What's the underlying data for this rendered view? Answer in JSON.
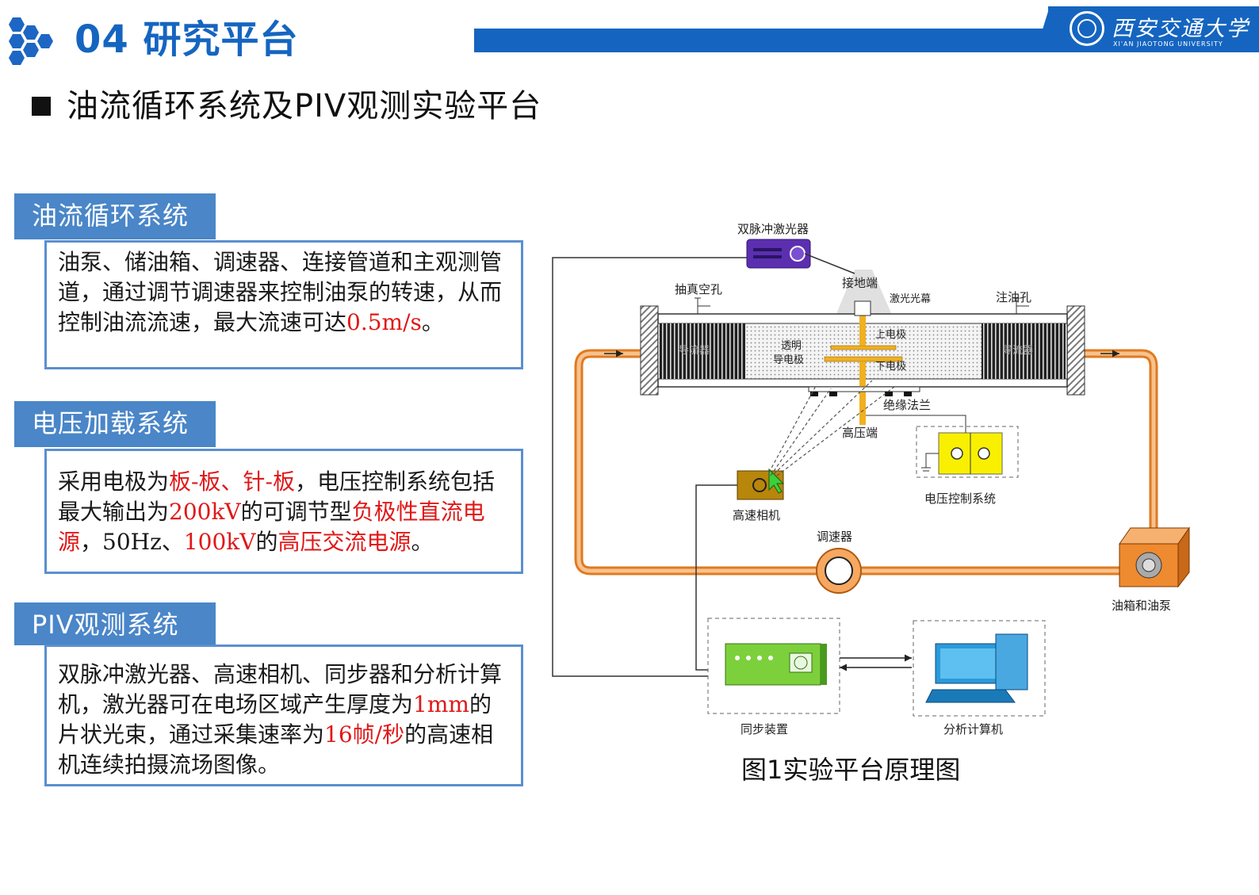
{
  "header": {
    "title": "04 研究平台",
    "logo": {
      "name": "西安交通大学",
      "sub": "XI'AN JIAOTONG UNIVERSITY",
      "icon": "university-seal-icon"
    },
    "accent": "#1565c0"
  },
  "subtitle": "油流循环系统及PIV观测实验平台",
  "sections": [
    {
      "tab": "油流循环系统",
      "parts": [
        "油泵、储油箱、调速器、连接管道和主观测管道，通过调节调速器来控制油泵的转速，从而控制油流流速，最大流速可达",
        "0.5m/s",
        "。"
      ]
    },
    {
      "tab": "电压加载系统",
      "parts": [
        "采用电极为",
        "板-板、针-板",
        "，电压控制系统包括最大输出为",
        "200kV",
        "的可调节型",
        "负极性直流电源",
        "，50Hz、",
        "100kV",
        "的",
        "高压交流电源",
        "。"
      ]
    },
    {
      "tab": "PIV观测系统",
      "parts": [
        "双脉冲激光器、高速相机、同步器和分析计算机，激光器可在电场区域产生厚度为",
        "1mm",
        "的片状光束，通过采集速率为",
        "16帧/秒",
        "的高速相机连续拍摄流场图像。"
      ]
    }
  ],
  "highlight_color": "#e01818",
  "diagram": {
    "labels": {
      "laser": "双脉冲激光器",
      "vacuum_hole": "抽真空孔",
      "ground_end": "接地端",
      "laser_sheet": "激光光幕",
      "oil_inlet": "注油孔",
      "rectifier_left": "导流器",
      "rectifier_right": "导流器",
      "transparent_electrode": "透明",
      "transparent_electrode_2": "导电极",
      "upper_electrode": "上电极",
      "lower_electrode": "下电极",
      "flange": "绝缘法兰",
      "hv_end": "高压端",
      "camera": "高速相机",
      "voltage_control": "电压控制系统",
      "speed_regulator": "调速器",
      "tank_pump": "油箱和油泵",
      "synchronizer": "同步装置",
      "computer": "分析计算机"
    },
    "caption": "图1实验平台原理图"
  }
}
